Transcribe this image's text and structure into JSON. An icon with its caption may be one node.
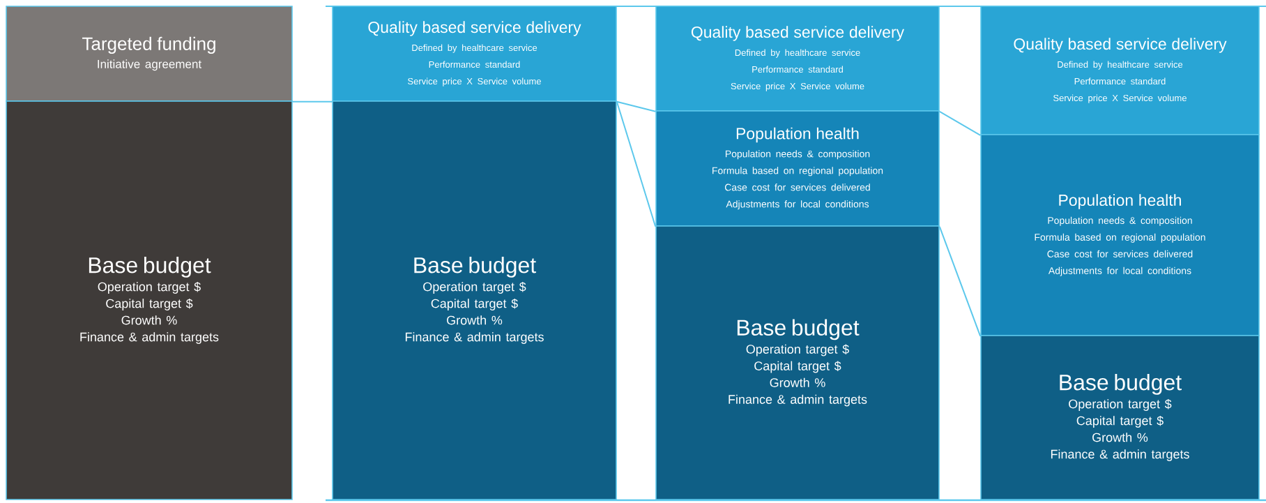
{
  "diagram": {
    "nodes": [
      {
        "text": [
          "Targeted funding",
          "Initiative agreement"
        ]
      },
      {
        "text": [
          "Base budget",
          "Operation target $",
          "Capital target $",
          "Growth %",
          "Finance & admin targets"
        ]
      },
      {
        "text": [
          "Quality based service delivery",
          "Defined by healthcare service",
          "Performance standard",
          "Service price X Service volume"
        ]
      },
      {
        "text": [
          "Base budget",
          "Operation target $",
          "Capital target $",
          "Growth %",
          "Finance & admin targets"
        ]
      },
      {
        "text": [
          "Quality based service delivery",
          "Defined by healthcare service",
          "Performance standard",
          "Service price X Service volume"
        ]
      },
      {
        "text": [
          "Population health",
          "Population needs & composition",
          "Formula based on regional population",
          "Case cost for services delivered",
          "Adjustments for local conditions"
        ]
      },
      {
        "text": [
          "Base budget",
          "Operation target $",
          "Capital target $",
          "Growth %",
          "Finance & admin targets"
        ]
      },
      {
        "text": [
          "Quality based service delivery",
          "Defined by healthcare service",
          "Performance standard",
          "Service price X Service volume"
        ]
      },
      {
        "text": [
          "Population health",
          "Population needs & composition",
          "Formula based on regional population",
          "Case cost for services delivered",
          "Adjustments for local conditions"
        ]
      },
      {
        "text": [
          "Base budget",
          "Operation target $",
          "Capital target $",
          "Growth %",
          "Finance & admin targets"
        ]
      }
    ],
    "edges": [
      {
        "from": 0,
        "to": 2,
        "arrow": "none"
      },
      {
        "from": 2,
        "to": 4,
        "arrow": "none"
      },
      {
        "from": 2,
        "to": 5,
        "arrow": "none"
      },
      {
        "from": 4,
        "to": 7,
        "arrow": "none"
      },
      {
        "from": 5,
        "to": 8,
        "arrow": "none"
      }
    ]
  }
}
